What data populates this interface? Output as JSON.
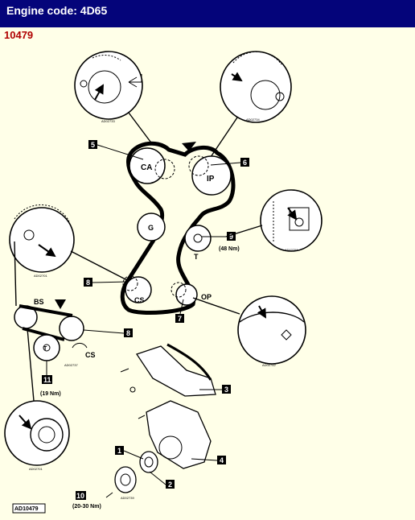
{
  "header": {
    "title": "Engine code: 4D65",
    "code": "10479"
  },
  "colors": {
    "header_bg": "#04047a",
    "header_text": "#ffffff",
    "code_text": "#b00000",
    "background": "#ffffe8"
  },
  "diagram": {
    "pulleys": {
      "ca": "CA",
      "ip": "IP",
      "g": "G",
      "t": "T",
      "cs": "CS",
      "op": "OP",
      "bs": "BS",
      "t_small": "T",
      "cs_small": "CS"
    },
    "callouts": {
      "c1": "1",
      "c2": "2",
      "c3": "3",
      "c4": "4",
      "c5": "5",
      "c6": "6",
      "c7": "7",
      "c8a": "8",
      "c8b": "8",
      "c9": "9",
      "c10": "10",
      "c11": "11"
    },
    "torques": {
      "t9": "(48 Nm)",
      "t11": "(19 Nm)",
      "t10": "(20-30 Nm)"
    },
    "refs": {
      "r1": "AD02733",
      "r2": "AD02734",
      "r3": "AD02751",
      "r4": "AD02701",
      "r5": "AD02736",
      "r6": "AD02742",
      "r7": "AD02737",
      "r8": "AD02701",
      "r9": "AD02739"
    },
    "figure_id": "AD10479"
  }
}
